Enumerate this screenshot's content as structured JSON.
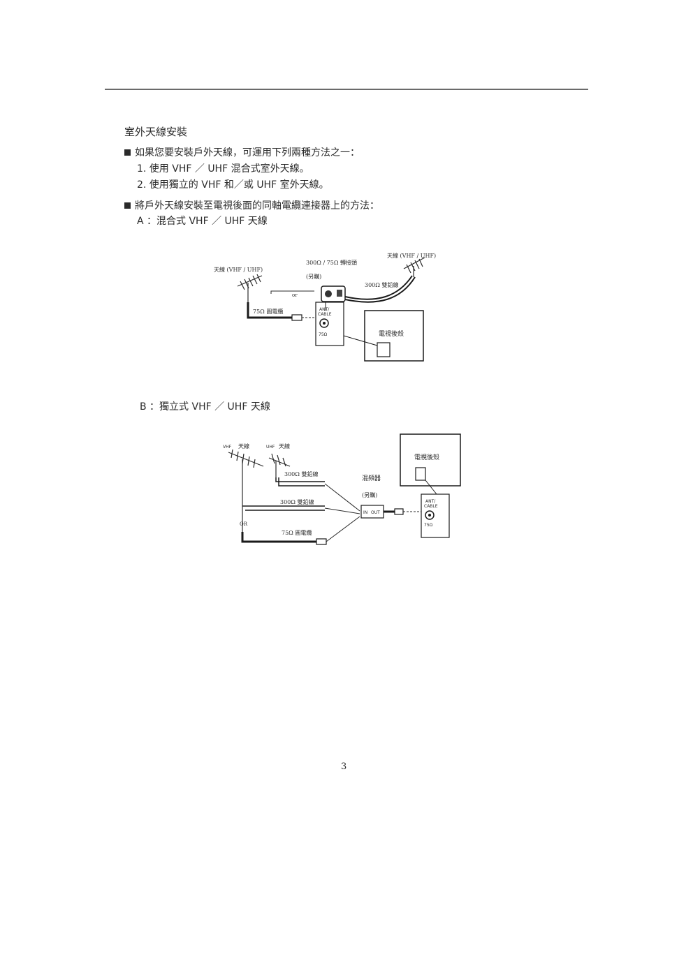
{
  "title": "室外天線安裝",
  "intro": {
    "bullet1": "如果您要安裝戶外天線，可運用下列兩種方法之一：",
    "item1": "1.  使用  VHF ／ UHF  混合式室外天線。",
    "item2": "2.  使用獨立的  VHF  和／或  UHF  室外天線。",
    "bullet2": "將戶外天線安裝至電視後面的同軸電纜連接器上的方法：",
    "heading_a": "A ：混合式  VHF ／ UHF  天線",
    "heading_b": "B ：獨立式  VHF ／ UHF  天線"
  },
  "diagram_a": {
    "antenna_left": "天線 (VHF / UHF)",
    "antenna_right": "天線 (VHF / UHF)",
    "converter": "300Ω / 75Ω 轉接頭",
    "optional": "(另購)",
    "twin_lead": "300Ω 雙鉛線",
    "or": "or",
    "coax": "75Ω 圓電纜",
    "jack_label_1": "ANT/",
    "jack_label_2": "CABLE",
    "jack_ohm": "75Ω",
    "tv_back": "電視後殼"
  },
  "diagram_b": {
    "vhf_prefix": "VHF",
    "vhf_antenna": "天線",
    "uhf_prefix": "UHF",
    "uhf_antenna": "天線",
    "twin_lead_1": "300Ω 雙鉛線",
    "twin_lead_2": "300Ω 雙鉛線",
    "or": "OR",
    "coax": "75Ω 圓電纜",
    "mixer": "混頻器",
    "optional": "(另購)",
    "mixer_in": "IN",
    "mixer_out": "OUT",
    "tv_back": "電視後殼",
    "jack_label_1": "ANT/",
    "jack_label_2": "CABLE",
    "jack_ohm": "75Ω"
  },
  "page_number": "3"
}
